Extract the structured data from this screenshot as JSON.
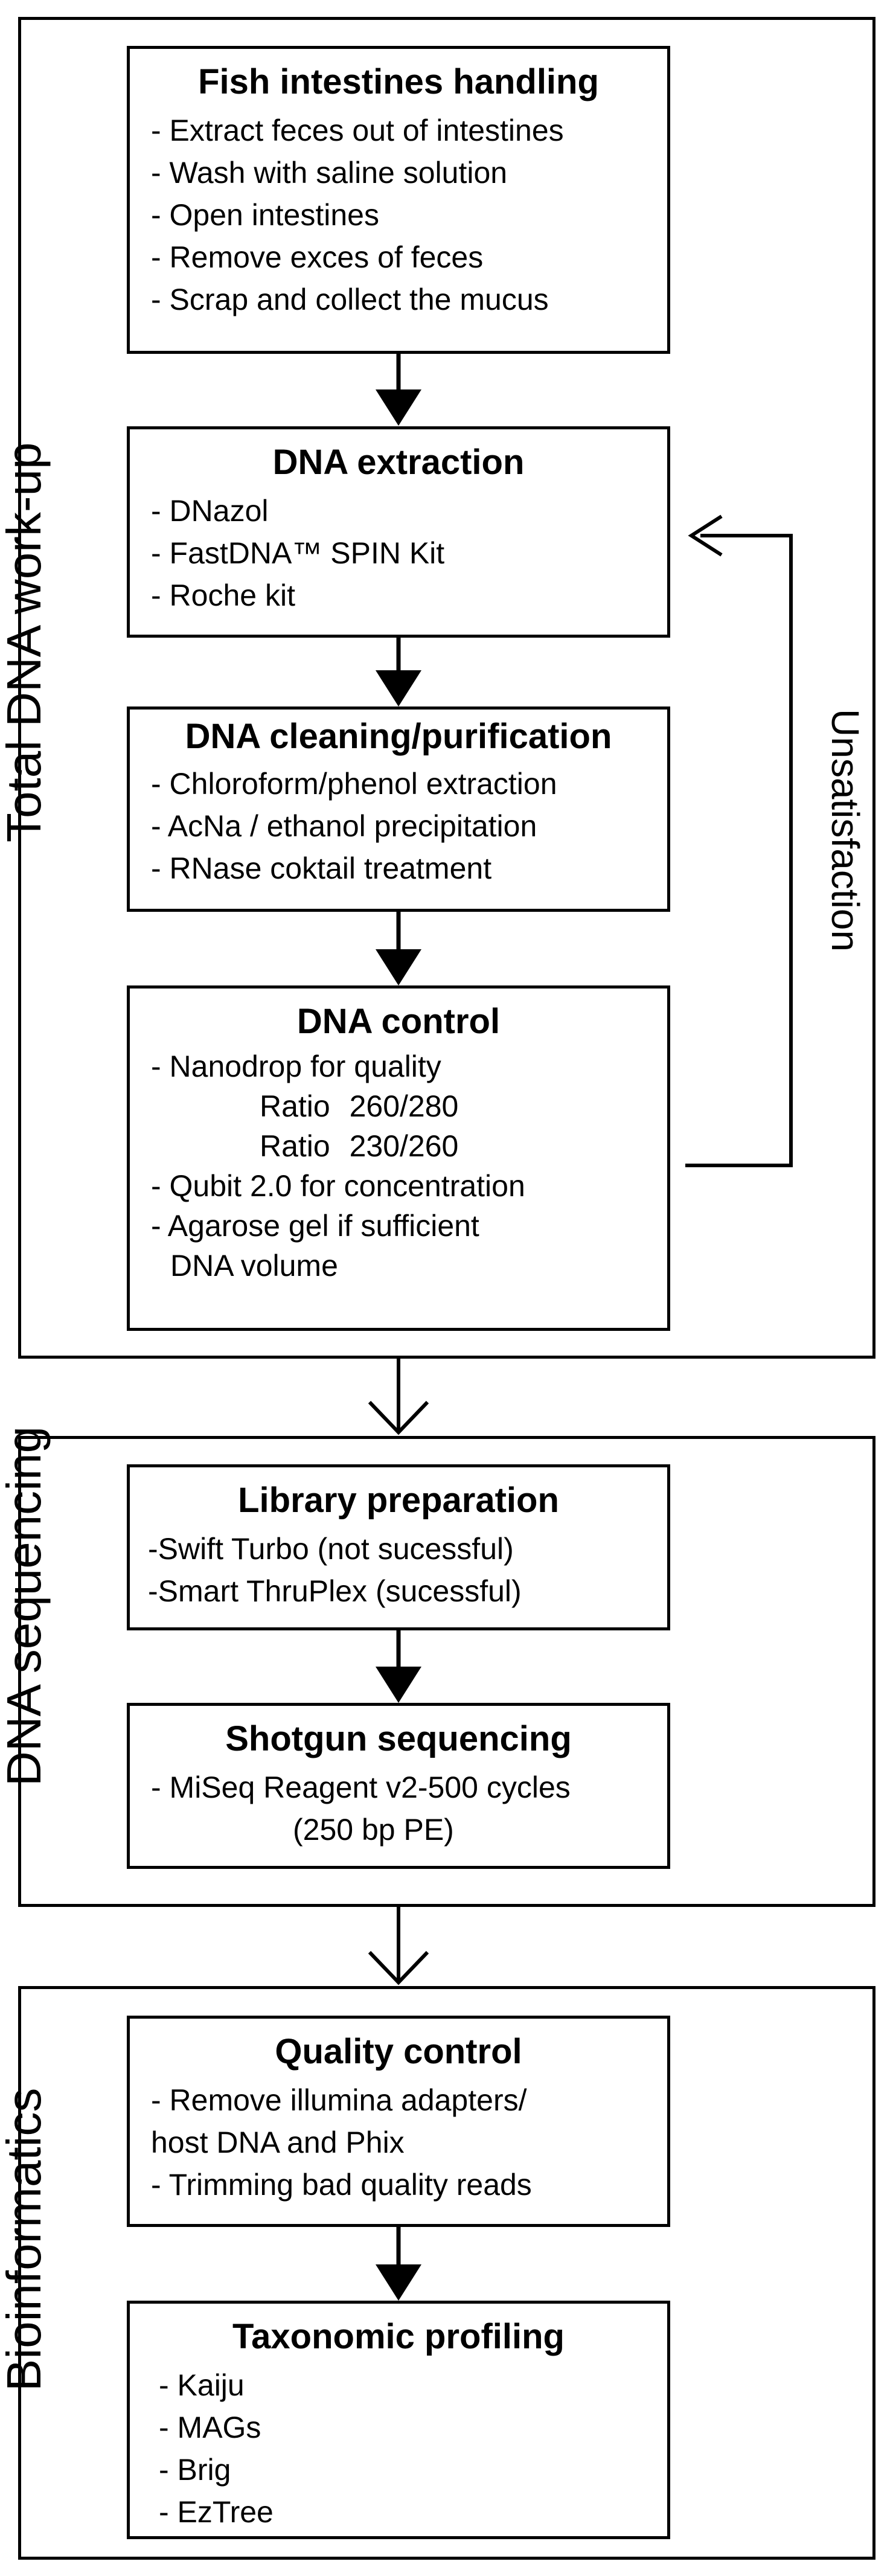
{
  "sections": [
    {
      "label": "Total DNA work-up"
    },
    {
      "label": "DNA sequencing"
    },
    {
      "label": "Bioinformatics"
    }
  ],
  "feedback_label": "Unsatisfaction",
  "boxes": {
    "fish": {
      "title": "Fish intestines handling",
      "items": [
        "- Extract feces out of intestines",
        "- Wash with saline solution",
        "- Open intestines",
        "- Remove exces of feces",
        "- Scrap and collect the mucus"
      ]
    },
    "extraction": {
      "title": "DNA extraction",
      "items": [
        "- DNazol",
        "- FastDNA™ SPIN Kit",
        "- Roche kit"
      ]
    },
    "cleaning": {
      "title": "DNA cleaning/purification",
      "items": [
        "- Chloroform/phenol extraction",
        "- AcNa / ethanol precipitation",
        "- RNase coktail treatment"
      ]
    },
    "control": {
      "title": "DNA control",
      "items": [
        "- Nanodrop for quality",
        "Ratio  260/280",
        "Ratio  230/260",
        "- Qubit 2.0 for concentration",
        "- Agarose gel if sufficient",
        "DNA volume"
      ]
    },
    "library": {
      "title": "Library preparation",
      "items": [
        "-Swift Turbo (not sucessful)",
        "-Smart ThruPlex (sucessful)"
      ]
    },
    "shotgun": {
      "title": "Shotgun sequencing",
      "items": [
        "- MiSeq Reagent v2-500 cycles",
        "(250 bp PE)"
      ]
    },
    "qc": {
      "title": "Quality control",
      "items": [
        "- Remove illumina adapters/",
        "host DNA and Phix",
        "- Trimming bad quality reads"
      ]
    },
    "taxo": {
      "title": "Taxonomic profiling",
      "items": [
        "- Kaiju",
        "- MAGs",
        "- Brig",
        "- EzTree"
      ]
    }
  }
}
